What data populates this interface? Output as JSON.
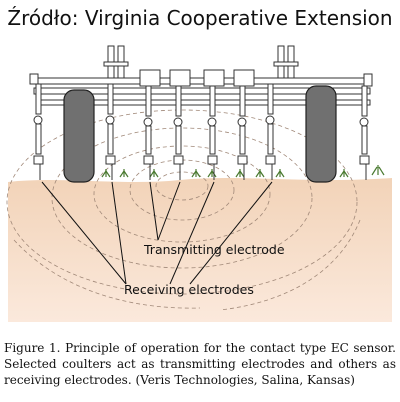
{
  "header": {
    "source": "Źródło: Virginia Cooperative Extension"
  },
  "diagram": {
    "transmitting_label": "Transmitting electrode",
    "receiving_label": "Receiving electrodes"
  },
  "caption": {
    "text": "Figure 1. Principle of operation for the contact type EC sensor. Selected coulters act as transmitting electrodes and others as receiving electrodes. (Veris Technologies, Salina, Kansas)"
  }
}
